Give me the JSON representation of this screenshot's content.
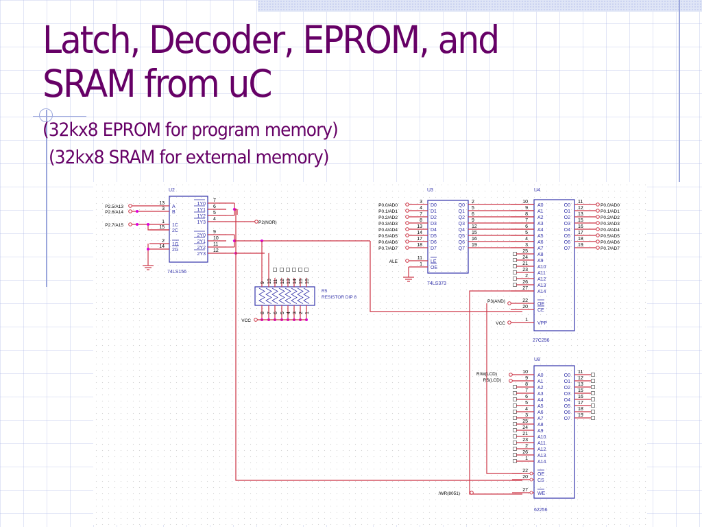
{
  "slide": {
    "title": "Latch, Decoder, EPROM, and SRAM from uC",
    "title_lines": [
      "Latch, Decoder, EPROM, and",
      "SRAM from uC"
    ],
    "subtitle_lines": [
      "(32kx8 EPROM for program memory)",
      " (32kx8 SRAM for external memory)"
    ],
    "colors": {
      "title": "#660066",
      "wire": "#cc3344",
      "chip": "#3333aa",
      "junction": "#dd00dd",
      "label": "#000000"
    }
  },
  "schematic": {
    "u2": {
      "ref": "U2",
      "part": "74LS156",
      "left_pins": [
        {
          "name": "A",
          "num": "13",
          "net": "P2.5/A13"
        },
        {
          "name": "B",
          "num": "3",
          "net": "P2.6/A14"
        },
        {
          "name": "1C",
          "num": "1",
          "net": "P2.7/A15"
        },
        {
          "name": "2C",
          "num": "15",
          "net": ""
        },
        {
          "name": "1G",
          "num": "2",
          "net": ""
        },
        {
          "name": "2G",
          "num": "14",
          "net": ""
        }
      ],
      "right_pins": [
        {
          "name": "1Y0",
          "num": "7"
        },
        {
          "name": "1Y1",
          "num": "6"
        },
        {
          "name": "1Y2",
          "num": "5"
        },
        {
          "name": "1Y3",
          "num": "4",
          "net": "P2(NOR)"
        },
        {
          "name": "2Y0",
          "num": "9"
        },
        {
          "name": "2Y1",
          "num": "10"
        },
        {
          "name": "2Y2",
          "num": "11"
        },
        {
          "name": "2Y3",
          "num": "12"
        }
      ]
    },
    "u3": {
      "ref": "U3",
      "part": "74LS373",
      "left_pins": [
        {
          "name": "D0",
          "num": "3",
          "net": "P0.0/AD0"
        },
        {
          "name": "D1",
          "num": "4",
          "net": "P0.1/AD1"
        },
        {
          "name": "D2",
          "num": "7",
          "net": "P0.2/AD2"
        },
        {
          "name": "D3",
          "num": "8",
          "net": "P0.3/AD3"
        },
        {
          "name": "D4",
          "num": "13",
          "net": "P0.4/AD4"
        },
        {
          "name": "D5",
          "num": "14",
          "net": "P0.5/AD5"
        },
        {
          "name": "D6",
          "num": "17",
          "net": "P0.6/AD6"
        },
        {
          "name": "D7",
          "num": "18",
          "net": "P0.7/AD7"
        },
        {
          "name": "LE",
          "num": "11",
          "net": "ALE"
        },
        {
          "name": "OE",
          "num": "1",
          "net": ""
        }
      ],
      "right_pins": [
        {
          "name": "Q0",
          "num": "2"
        },
        {
          "name": "Q1",
          "num": "5"
        },
        {
          "name": "Q2",
          "num": "6"
        },
        {
          "name": "Q3",
          "num": "9"
        },
        {
          "name": "Q4",
          "num": "12"
        },
        {
          "name": "Q5",
          "num": "15"
        },
        {
          "name": "Q6",
          "num": "16"
        },
        {
          "name": "Q7",
          "num": "19"
        }
      ]
    },
    "u4": {
      "ref": "U4",
      "part": "27C256",
      "left_pins": [
        {
          "name": "A0",
          "num": "10"
        },
        {
          "name": "A1",
          "num": "9"
        },
        {
          "name": "A2",
          "num": "8"
        },
        {
          "name": "A3",
          "num": "7"
        },
        {
          "name": "A4",
          "num": "6"
        },
        {
          "name": "A5",
          "num": "5"
        },
        {
          "name": "A6",
          "num": "4"
        },
        {
          "name": "A7",
          "num": "3"
        },
        {
          "name": "A8",
          "num": "25"
        },
        {
          "name": "A9",
          "num": "24"
        },
        {
          "name": "A10",
          "num": "21"
        },
        {
          "name": "A11",
          "num": "23"
        },
        {
          "name": "A12",
          "num": "2"
        },
        {
          "name": "A13",
          "num": "26"
        },
        {
          "name": "A14",
          "num": "27"
        },
        {
          "name": "OE",
          "num": "22",
          "net": "P3(AND)"
        },
        {
          "name": "CE",
          "num": "20"
        },
        {
          "name": "VPP",
          "num": "1",
          "net": "VCC"
        }
      ],
      "right_pins": [
        {
          "name": "O0",
          "num": "11",
          "net": "P0.0/AD0"
        },
        {
          "name": "O1",
          "num": "12",
          "net": "P0.1/AD1"
        },
        {
          "name": "O2",
          "num": "13",
          "net": "P0.2/AD2"
        },
        {
          "name": "O3",
          "num": "15",
          "net": "P0.3/AD3"
        },
        {
          "name": "O4",
          "num": "16",
          "net": "P0.4/AD4"
        },
        {
          "name": "O5",
          "num": "17",
          "net": "P0.5/AD5"
        },
        {
          "name": "O6",
          "num": "18",
          "net": "P0.6/AD6"
        },
        {
          "name": "O7",
          "num": "19",
          "net": "P0.7/AD7"
        }
      ]
    },
    "u8": {
      "ref": "U8",
      "part": "62256",
      "left_pins": [
        {
          "name": "A0",
          "num": "10",
          "net": "R/W(LCD)"
        },
        {
          "name": "A1",
          "num": "9",
          "net": "RS(LCD)"
        },
        {
          "name": "A2",
          "num": "8"
        },
        {
          "name": "A3",
          "num": "7"
        },
        {
          "name": "A4",
          "num": "6"
        },
        {
          "name": "A5",
          "num": "5"
        },
        {
          "name": "A6",
          "num": "4"
        },
        {
          "name": "A7",
          "num": "3"
        },
        {
          "name": "A8",
          "num": "25"
        },
        {
          "name": "A9",
          "num": "24"
        },
        {
          "name": "A10",
          "num": "21"
        },
        {
          "name": "A11",
          "num": "23"
        },
        {
          "name": "A12",
          "num": "2"
        },
        {
          "name": "A13",
          "num": "26"
        },
        {
          "name": "A14",
          "num": "1"
        },
        {
          "name": "OE",
          "num": "22"
        },
        {
          "name": "CS",
          "num": "20"
        },
        {
          "name": "WE",
          "num": "27",
          "net": "/WR(8051)"
        }
      ],
      "right_pins": [
        {
          "name": "O0",
          "num": "11"
        },
        {
          "name": "O1",
          "num": "12"
        },
        {
          "name": "O2",
          "num": "13"
        },
        {
          "name": "O3",
          "num": "15"
        },
        {
          "name": "O4",
          "num": "16"
        },
        {
          "name": "O5",
          "num": "17"
        },
        {
          "name": "O6",
          "num": "18"
        },
        {
          "name": "O7",
          "num": "19"
        }
      ]
    },
    "r5": {
      "ref": "R5",
      "part": "RESISTOR DIP 8",
      "top_pins": [
        "9",
        "10",
        "11",
        "12",
        "13",
        "14",
        "15",
        "16"
      ],
      "bottom_pins": [
        "8",
        "7",
        "6",
        "5",
        "4",
        "3",
        "2",
        "1"
      ],
      "net": "VCC"
    }
  }
}
